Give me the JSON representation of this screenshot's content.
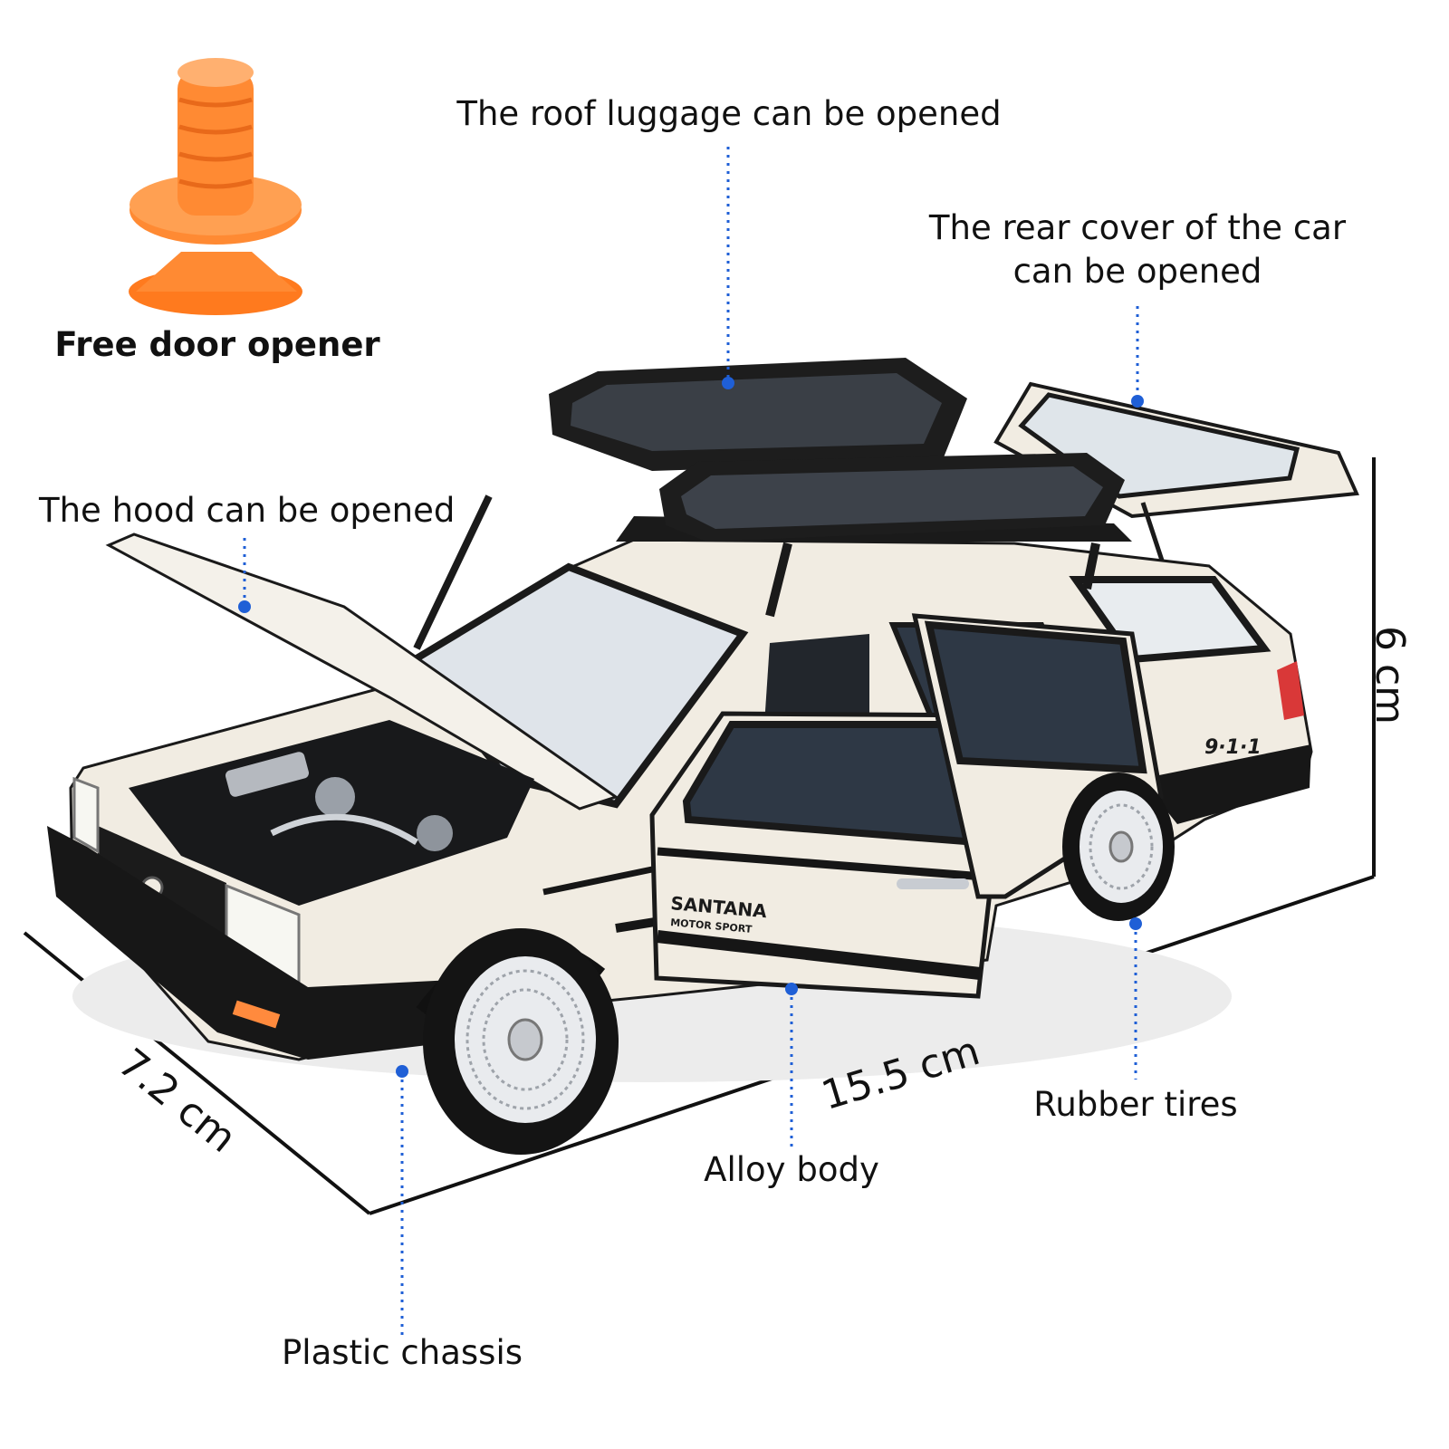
{
  "colors": {
    "leader_line": "#1f5fd6",
    "opener_orange": "#ff7a1e",
    "car_body": "#f1ece2",
    "trim_black": "#161616"
  },
  "door_opener": {
    "icon": "door-opener-tool-icon",
    "label": "Free door opener"
  },
  "features": {
    "roof_luggage": "The roof luggage can be opened",
    "rear_cover": "The rear cover of the car can be opened",
    "hood": "The hood can be opened",
    "rubber_tires": "Rubber tires",
    "alloy_body": "Alloy body",
    "plastic_chassis": "Plastic chassis"
  },
  "dimensions": {
    "height": "6 cm",
    "length": "15.5 cm",
    "width": "7.2 cm"
  },
  "car_branding": {
    "door_text": "SANTANA",
    "door_subtext": "MOTOR SPORT",
    "rear_badge": "9·1·1"
  }
}
